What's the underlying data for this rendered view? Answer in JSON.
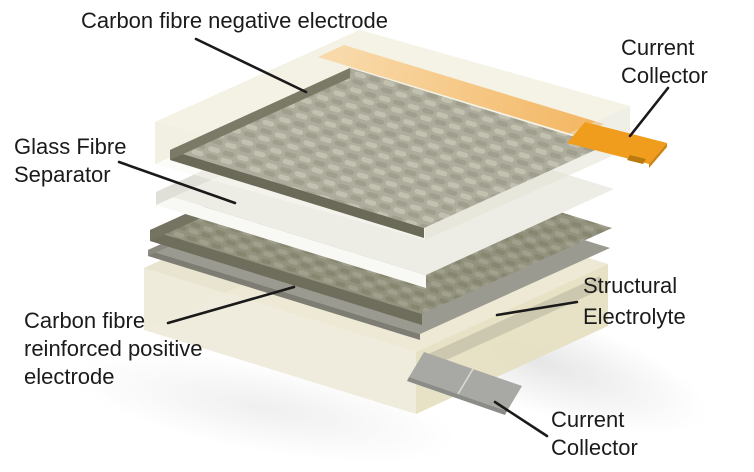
{
  "diagram_type": "exploded-view of structural battery composite",
  "labels": {
    "negative_electrode": {
      "lines": [
        "Carbon fibre negative electrode"
      ]
    },
    "current_collector_top": {
      "lines": [
        "Current",
        "Collector"
      ]
    },
    "glass_fibre_separator": {
      "lines": [
        "Glass Fibre",
        "Separator"
      ]
    },
    "positive_electrode": {
      "lines": [
        "Carbon fibre",
        "reinforced positive",
        "electrode"
      ]
    },
    "structural_electrolyte": {
      "lines": [
        "Structural",
        "Electrolyte"
      ]
    },
    "current_collector_bottom": {
      "lines": [
        "Current",
        "Collector"
      ]
    }
  },
  "colors": {
    "background": "#FFFFFF",
    "label_text": "#1B1B1B",
    "leader_line": "#1A1A1A",
    "collector_orange_tab": "#F09C1C",
    "collector_orange_strip_light": "#F9D7A4",
    "collector_orange_strip_deep": "#F3B055",
    "collector_grey_tab": "#A8A8A4",
    "electrolyte_cream_face": "#EFEBDB",
    "electrolyte_yellow_face": "#E6E0C2",
    "electrode_weave_base": "#AEAD9D",
    "electrode_weave_light": "#C2C1AF",
    "electrode_dark_edge": "#6B6A58",
    "positive_electrode_top": "#93927E",
    "separator_white": "#F8F8F4"
  }
}
